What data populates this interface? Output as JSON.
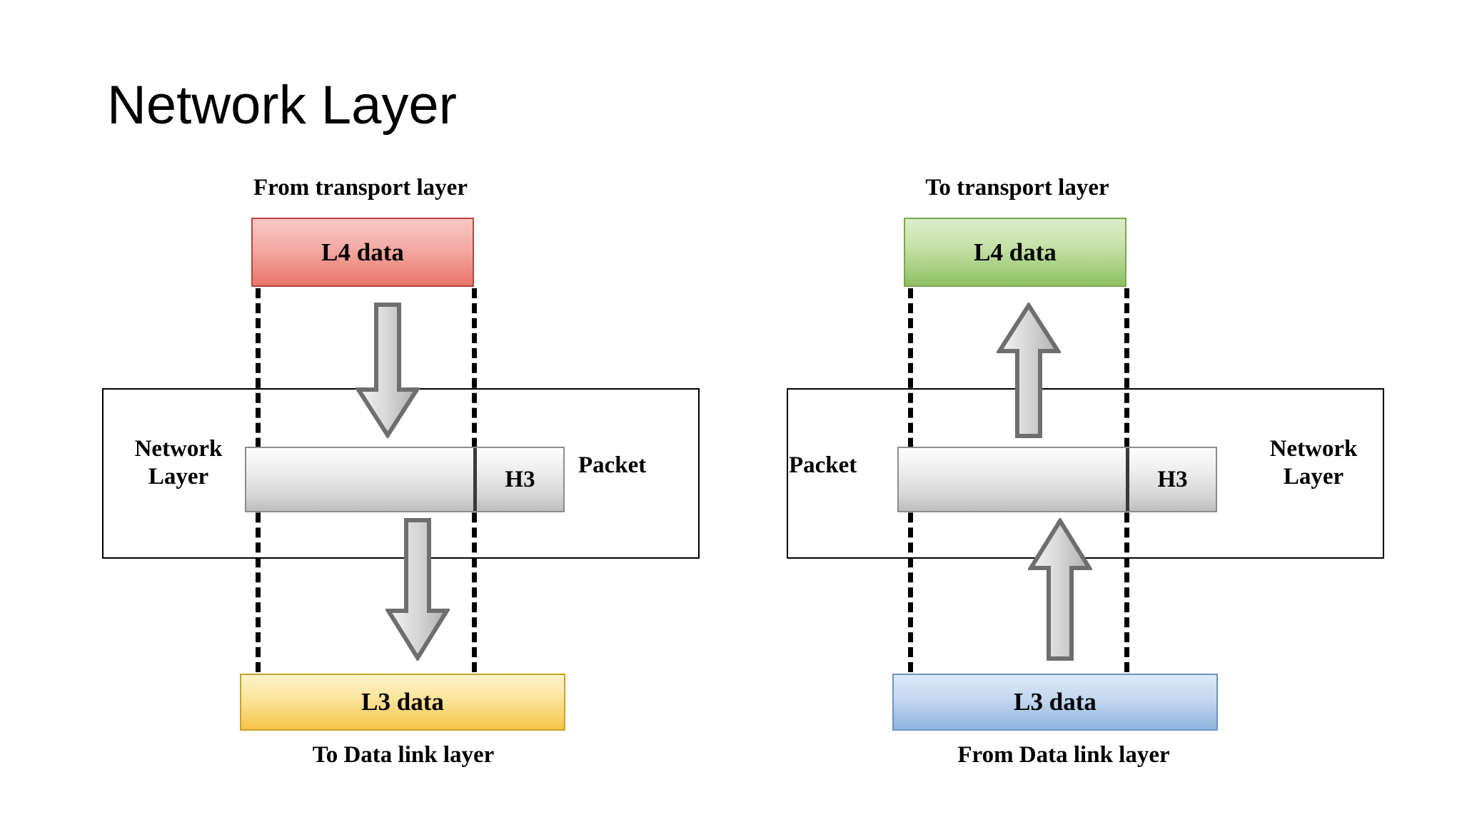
{
  "slide": {
    "title": "Network Layer"
  },
  "left_panel": {
    "name": "encapsulation",
    "top_label": "From transport layer",
    "bottom_label": "To Data link layer",
    "layer_label": "Network\nLayer",
    "layer_label_line1": "Network",
    "layer_label_line2": "Layer",
    "packet_label": "Packet",
    "top_box": {
      "text": "L4 data",
      "color": "#e9746a",
      "border_color": "#b14740"
    },
    "bottom_box": {
      "text": "L3 data",
      "color": "#f4c548",
      "border_color": "#c9a227"
    },
    "packet": {
      "header_text": "H3",
      "payload_text": ""
    },
    "arrows": [
      {
        "name": "down-arrow-top",
        "direction": "down"
      },
      {
        "name": "down-arrow-bottom",
        "direction": "down"
      }
    ]
  },
  "right_panel": {
    "name": "decapsulation",
    "top_label": "To transport layer",
    "bottom_label": "From Data link layer",
    "layer_label_line1": "Network",
    "layer_label_line2": "Layer",
    "packet_label": "Packet",
    "top_box": {
      "text": "L4 data",
      "color": "#8cc063",
      "border_color": "#7aa84f"
    },
    "bottom_box": {
      "text": "L3 data",
      "color": "#8fb4de",
      "border_color": "#6f93c4"
    },
    "packet": {
      "header_text": "H3",
      "payload_text": ""
    },
    "arrows": [
      {
        "name": "up-arrow-top",
        "direction": "up"
      },
      {
        "name": "up-arrow-bottom",
        "direction": "up"
      }
    ]
  },
  "colors": {
    "background": "#ffffff",
    "text": "#000000",
    "packet_gray": "#d6d6d6",
    "arrow_gray": "#bfbfbf",
    "arrow_outline": "#6e6e6e"
  }
}
